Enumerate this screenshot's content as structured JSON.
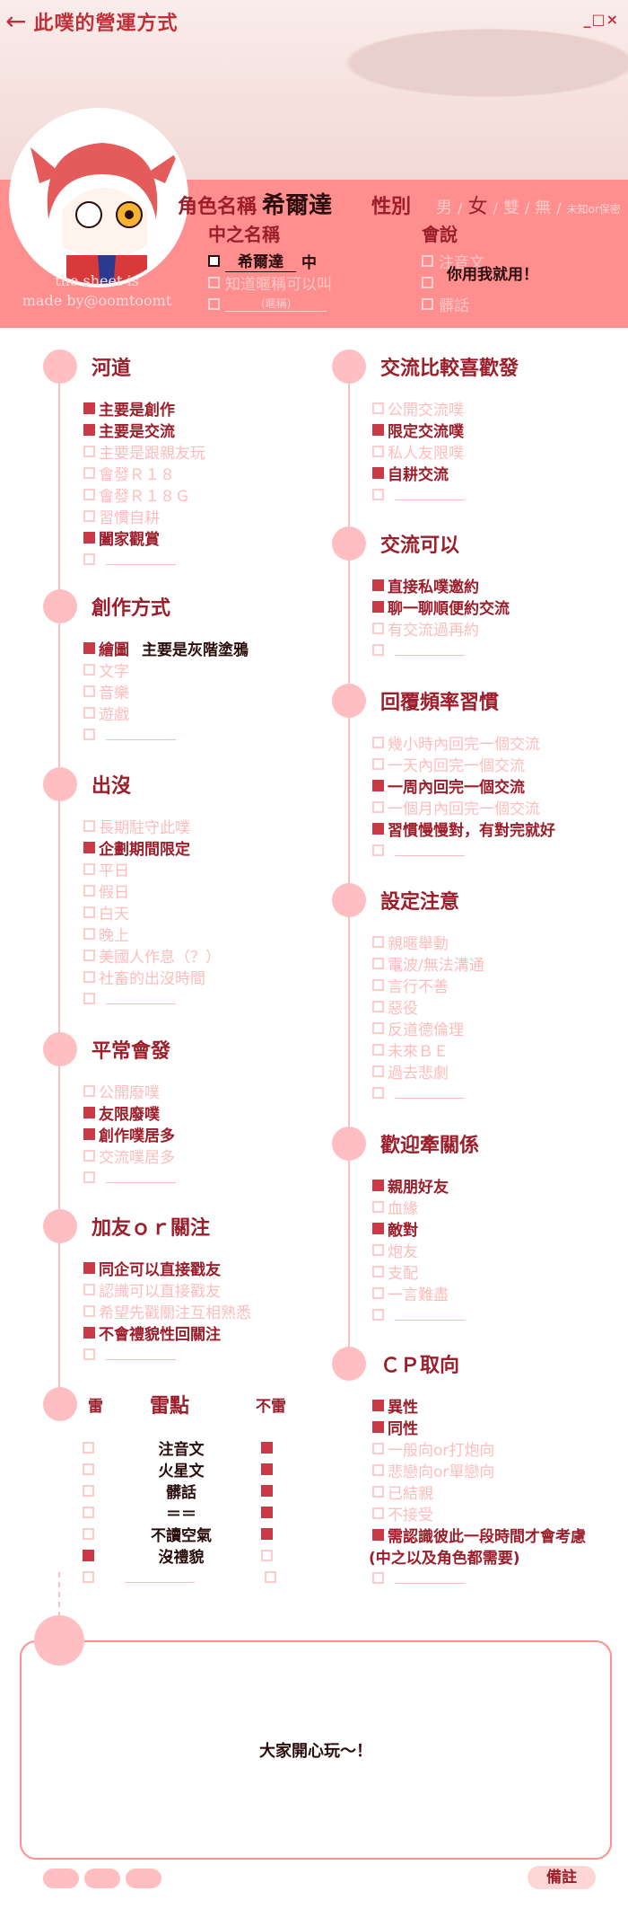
{
  "header": {
    "title": "此噗的營運方式",
    "window_controls": "_□×",
    "credit": [
      "the sheet is",
      "made by@oomtoomt"
    ]
  },
  "profile": {
    "name_label": "角色名稱",
    "name": "希爾達",
    "gender_label": "性別",
    "gender_options": [
      "男",
      "女",
      "雙",
      "無"
    ],
    "gender_selected": "女",
    "gender_unknown": "未知or保密",
    "inner_label": "中之名稱",
    "inner_name": "希爾達",
    "inner_suffix": "中",
    "inner_opt2": "知道暱稱可以叫",
    "inner_opt3": "(暱稱)",
    "speech_label": "會說",
    "speech_opt1": "注音文",
    "speech_opt2_value": "你用我就用！",
    "speech_opt3": "髒話"
  },
  "sections": {
    "river": {
      "title": "河道",
      "options": [
        {
          "label": "主要是創作",
          "on": true
        },
        {
          "label": "主要是交流",
          "on": true
        },
        {
          "label": "主要是跟親友玩",
          "on": false
        },
        {
          "label": "會發Ｒ１８",
          "on": false
        },
        {
          "label": "會發Ｒ１８Ｇ",
          "on": false
        },
        {
          "label": "習慣自耕",
          "on": false
        },
        {
          "label": "闔家觀賞",
          "on": true
        }
      ]
    },
    "create": {
      "title": "創作方式",
      "options": [
        {
          "label": "繪圖",
          "on": true,
          "extra": "主要是灰階塗鴉"
        },
        {
          "label": "文字",
          "on": false
        },
        {
          "label": "音樂",
          "on": false
        },
        {
          "label": "遊戲",
          "on": false
        }
      ]
    },
    "appear": {
      "title": "出沒",
      "options": [
        {
          "label": "長期駐守此噗",
          "on": false
        },
        {
          "label": "企劃期間限定",
          "on": true
        },
        {
          "label": "平日",
          "on": false
        },
        {
          "label": "假日",
          "on": false
        },
        {
          "label": "白天",
          "on": false
        },
        {
          "label": "晚上",
          "on": false
        },
        {
          "label": "美國人作息（？）",
          "on": false
        },
        {
          "label": "社畜的出沒時間",
          "on": false
        }
      ]
    },
    "post": {
      "title": "平常會發",
      "options": [
        {
          "label": "公開廢噗",
          "on": false
        },
        {
          "label": "友限廢噗",
          "on": true
        },
        {
          "label": "創作噗居多",
          "on": true
        },
        {
          "label": "交流噗居多",
          "on": false
        }
      ]
    },
    "follow": {
      "title": "加友ｏｒ關注",
      "options": [
        {
          "label": "同企可以直接戳友",
          "on": true
        },
        {
          "label": "認識可以直接戳友",
          "on": false
        },
        {
          "label": "希望先戳關注互相熟悉",
          "on": false
        },
        {
          "label": "不會禮貌性回關注",
          "on": true
        }
      ]
    },
    "prefer": {
      "title": "交流比較喜歡發",
      "options": [
        {
          "label": "公開交流噗",
          "on": false
        },
        {
          "label": "限定交流噗",
          "on": true
        },
        {
          "label": "私人友限噗",
          "on": false
        },
        {
          "label": "自耕交流",
          "on": true
        }
      ]
    },
    "allow": {
      "title": "交流可以",
      "options": [
        {
          "label": "直接私噗邀約",
          "on": true
        },
        {
          "label": "聊一聊順便約交流",
          "on": true
        },
        {
          "label": "有交流過再約",
          "on": false
        }
      ]
    },
    "reply": {
      "title": "回覆頻率習慣",
      "options": [
        {
          "label": "幾小時內回完一個交流",
          "on": false
        },
        {
          "label": "一天內回完一個交流",
          "on": false
        },
        {
          "label": "一周內回完一個交流",
          "on": true
        },
        {
          "label": "一個月內回完一個交流",
          "on": false
        },
        {
          "label": "習慣慢慢對，有對完就好",
          "on": true
        }
      ]
    },
    "setting": {
      "title": "設定注意",
      "options": [
        {
          "label": "親暱舉動",
          "on": false
        },
        {
          "label": "電波/無法溝通",
          "on": false
        },
        {
          "label": "言行不善",
          "on": false
        },
        {
          "label": "惡役",
          "on": false
        },
        {
          "label": "反道德倫理",
          "on": false
        },
        {
          "label": "未來ＢＥ",
          "on": false
        },
        {
          "label": "過去悲劇",
          "on": false
        }
      ]
    },
    "relation": {
      "title": "歡迎牽關係",
      "options": [
        {
          "label": "親朋好友",
          "on": true
        },
        {
          "label": "血緣",
          "on": false
        },
        {
          "label": "敵對",
          "on": true
        },
        {
          "label": "炮友",
          "on": false
        },
        {
          "label": "支配",
          "on": false
        },
        {
          "label": "一言難盡",
          "on": false
        }
      ]
    },
    "cp": {
      "title": "ＣＰ取向",
      "options": [
        {
          "label": "異性",
          "on": true
        },
        {
          "label": "同性",
          "on": true
        },
        {
          "label": "一般向or打炮向",
          "on": false
        },
        {
          "label": "悲戀向or單戀向",
          "on": false
        },
        {
          "label": "已結親",
          "on": false
        },
        {
          "label": "不接受",
          "on": false
        },
        {
          "label": "需認識彼此一段時間才會考慮",
          "on": true
        }
      ],
      "note": "(中之以及角色都需要)"
    }
  },
  "mines": {
    "left_label": "雷",
    "title": "雷點",
    "right_label": "不雷",
    "rows": [
      {
        "item": "注音文",
        "mine": false,
        "ok": true
      },
      {
        "item": "火星文",
        "mine": false,
        "ok": true
      },
      {
        "item": "髒話",
        "mine": false,
        "ok": true
      },
      {
        "item": "＝＝",
        "mine": false,
        "ok": true
      },
      {
        "item": "不讀空氣",
        "mine": false,
        "ok": true
      },
      {
        "item": "沒禮貌",
        "mine": true,
        "ok": false
      }
    ]
  },
  "remarks": {
    "text": "大家開心玩～！",
    "tag": "備註"
  }
}
